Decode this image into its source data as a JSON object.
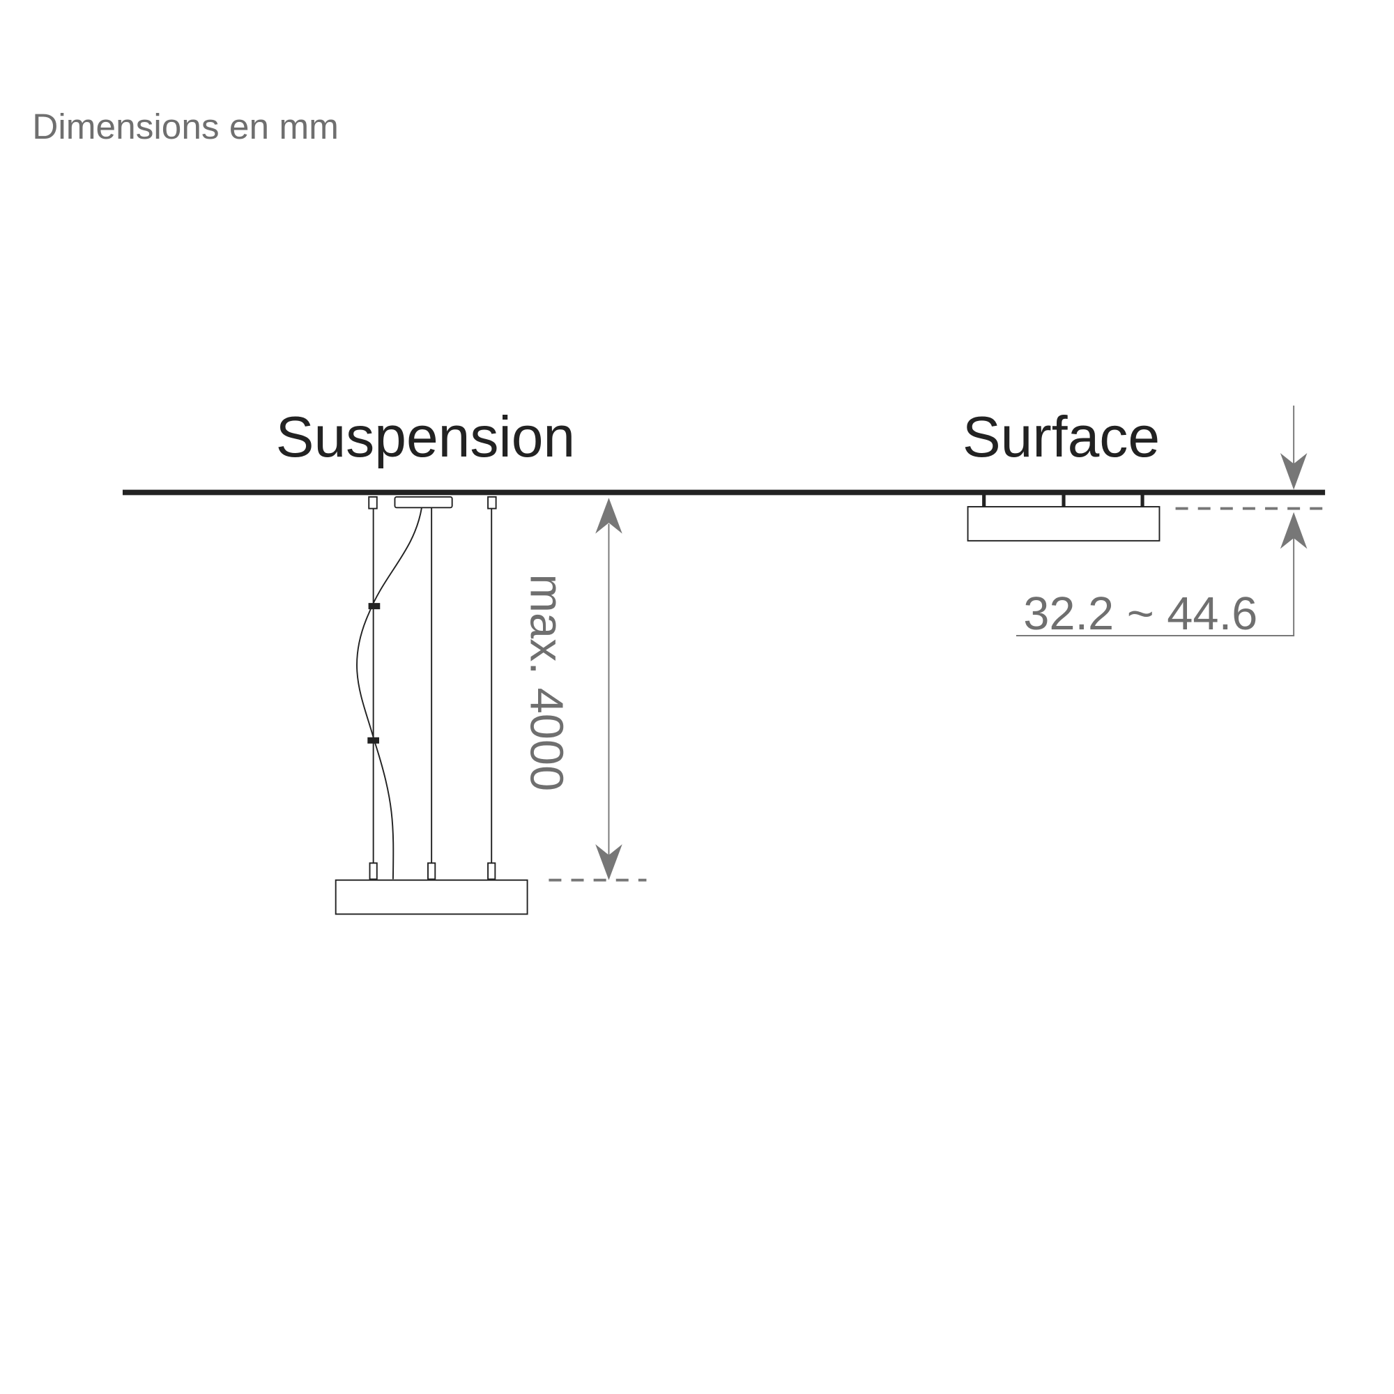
{
  "caption": "Dimensions en mm",
  "suspension": {
    "title": "Suspension",
    "dimension_label": "max. 4000"
  },
  "surface": {
    "title": "Surface",
    "dimension_label": "32.2 ~ 44.6"
  },
  "colors": {
    "line": "#222222",
    "dimension": "#777777"
  }
}
